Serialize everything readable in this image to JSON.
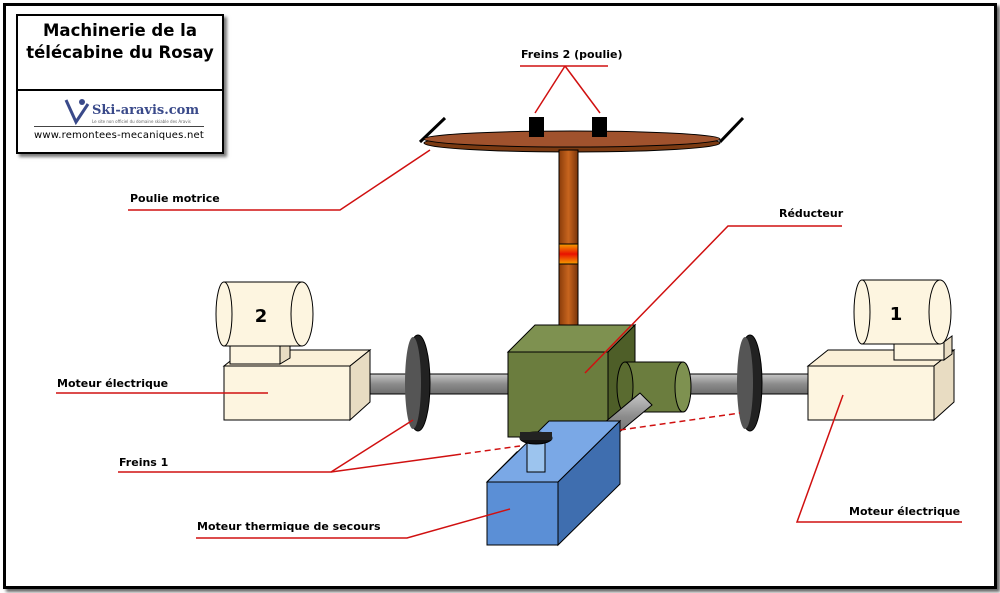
{
  "title": "Machinerie de la télécabine du Rosay",
  "logo": {
    "name": "Ski-aravis.com",
    "tagline": "Le site non officiel du domaine skiable des Aravis",
    "url": "www.remontees-mecaniques.net"
  },
  "labels": {
    "freins2": "Freins 2 (poulie)",
    "poulie": "Poulie motrice",
    "reducteur": "Réducteur",
    "moteur_left": "Moteur électrique",
    "freins1": "Freins 1",
    "moteur_thermique": "Moteur thermique de secours",
    "moteur_right": "Moteur électrique"
  },
  "motor_numbers": {
    "left": "2",
    "right": "1"
  },
  "colors": {
    "pulley": "#a0522d",
    "shaft": "#b85a14",
    "reducer": "#6b7d3e",
    "motor_body": "#fdf5e0",
    "thermal": "#5b8fd6",
    "leader_line": "#d01010"
  }
}
